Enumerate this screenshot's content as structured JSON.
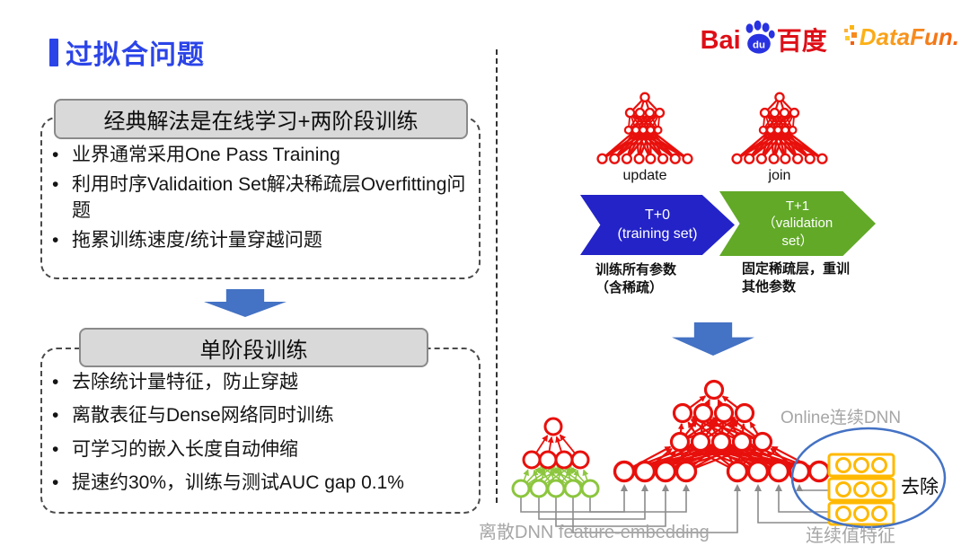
{
  "title": "过拟合问题",
  "logos": {
    "baidu_latin": "Bai",
    "baidu_paw_text": "du",
    "baidu_cn": "百度",
    "datafun": "DataFun."
  },
  "left": {
    "box1": {
      "header": "经典解法是在线学习+两阶段训练",
      "bullets": [
        "业界通常采用One Pass Training",
        "利用时序Validaition Set解决稀疏层Overfitting问题",
        "拖累训练速度/统计量穿越问题"
      ]
    },
    "box2": {
      "header": "单阶段训练",
      "bullets": [
        "去除统计量特征，防止穿越",
        "离散表征与Dense网络同时训练",
        "可学习的嵌入长度自动伸缩",
        "提速约30%，训练与测试AUC gap 0.1%"
      ]
    }
  },
  "right": {
    "mini_nets": [
      {
        "label": "update"
      },
      {
        "label": "join"
      }
    ],
    "chevrons": [
      {
        "line1": "T+0",
        "line2": "(training set)",
        "caption": "训练所有参数\n（含稀疏）"
      },
      {
        "line1": "T+1",
        "line2": "（validation",
        "line3": "set）",
        "caption": "固定稀疏层，重训\n其他参数"
      }
    ],
    "bottom": {
      "online_label": "Online连续DNN",
      "embed_label": "离散DNN feature-embedding",
      "cont_label": "连续值特征",
      "remove_label": "去除"
    }
  },
  "colors": {
    "accent_blue": "#2B44E8",
    "chevron_blue": "#2323C8",
    "chevron_green": "#61A927",
    "net_red": "#E8100C",
    "node_green": "#8CC63E",
    "box_yellow": "#FFB900",
    "ellipse_blue": "#4472C4",
    "down_arrow_blue": "#4472C4"
  }
}
